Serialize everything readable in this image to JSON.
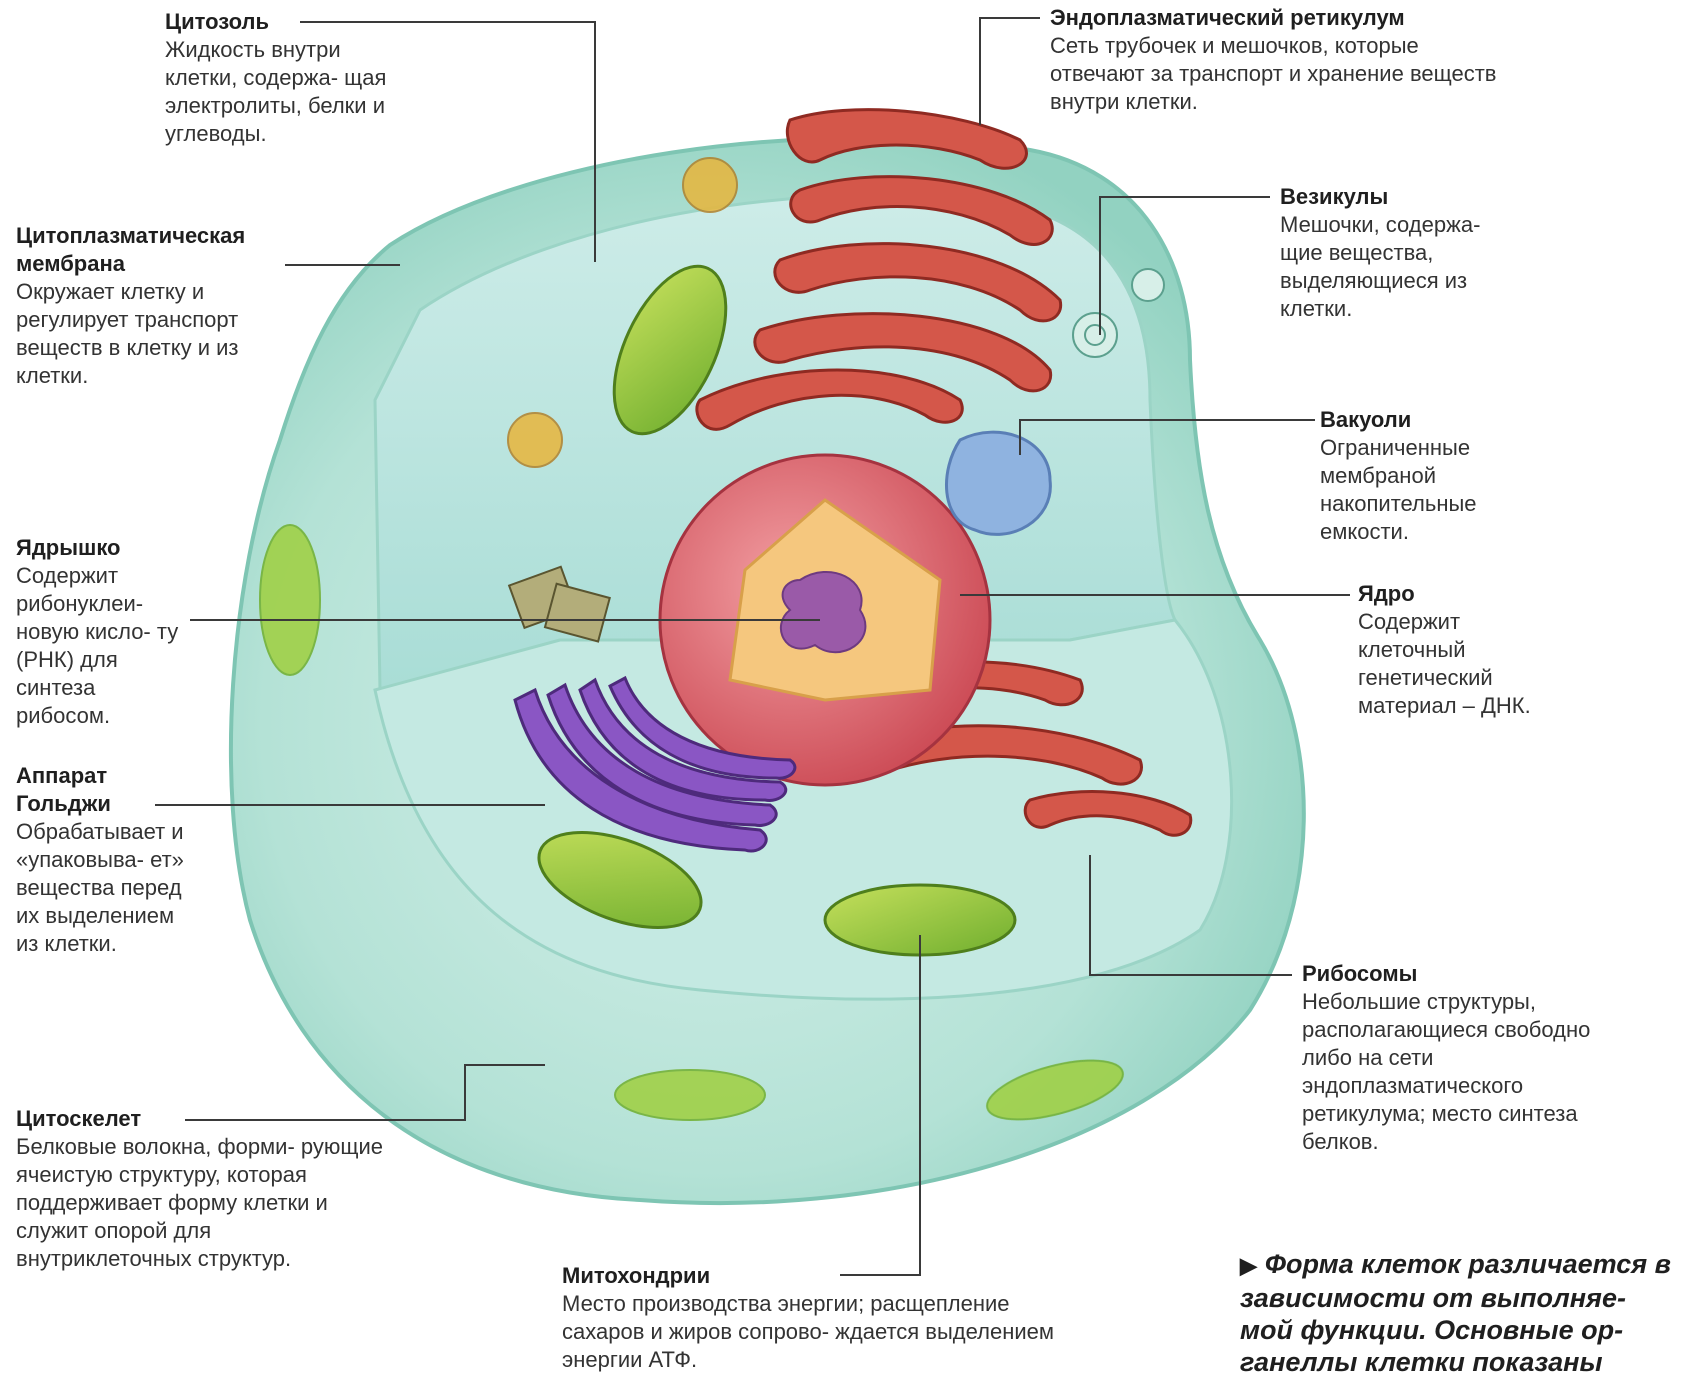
{
  "labels": {
    "cytosol": {
      "title": "Цитозоль",
      "desc": "Жидкость внутри клетки, содержа- щая электролиты, белки и углеводы."
    },
    "membrane": {
      "title": "Цитоплазматическая мембрана",
      "desc": "Окружает клетку и регулирует транспорт веществ в клетку и из клетки."
    },
    "nucleolus": {
      "title": "Ядрышко",
      "desc": "Содержит рибонуклеи- новую кисло- ту (РНК) для синтеза рибосом."
    },
    "golgi": {
      "title": "Аппарат Гольджи",
      "desc": "Обрабатывает и «упаковыва- ет» вещества перед их выделением из клетки."
    },
    "cytoskeleton": {
      "title": "Цитоскелет",
      "desc": "Белковые волокна, форми- рующие ячеистую структуру, которая поддерживает форму клетки и служит опорой для внутриклеточных структур."
    },
    "er": {
      "title": "Эндоплазматический ретикулум",
      "desc": "Сеть трубочек и мешочков, которые отвечают за транспорт и хранение веществ внутри клетки."
    },
    "vesicles": {
      "title": "Везикулы",
      "desc": "Мешочки, содержа- щие вещества, выделяющиеся из клетки."
    },
    "vacuoles": {
      "title": "Вакуоли",
      "desc": "Ограниченные мембраной накопительные емкости."
    },
    "nucleus": {
      "title": "Ядро",
      "desc": "Содержит клеточный генетический материал – ДНК."
    },
    "ribosomes": {
      "title": "Рибосомы",
      "desc": "Небольшие структуры, располагающиеся свободно либо на сети эндоплазматического ретикулума; место синтеза белков."
    },
    "mitochondria": {
      "title": "Митохондрии",
      "desc": "Место производства энергии; расщепление сахаров и жиров сопрово- ждается выделением энергии АТФ."
    }
  },
  "caption": "Форма клеток различается в зависимости от выполняе- мой функции. Основные ор- ганеллы клетки показаны",
  "colors": {
    "cell_fill": "#bfe6dd",
    "cell_edge": "#8fd0c0",
    "er_red": "#c0463a",
    "golgi_purple": "#7a48b0",
    "mito_green": "#9cc43a",
    "nucleus_pink": "#d9606a",
    "vacuole_blue": "#8fb3e0",
    "leader_line": "#3a3a3a"
  }
}
